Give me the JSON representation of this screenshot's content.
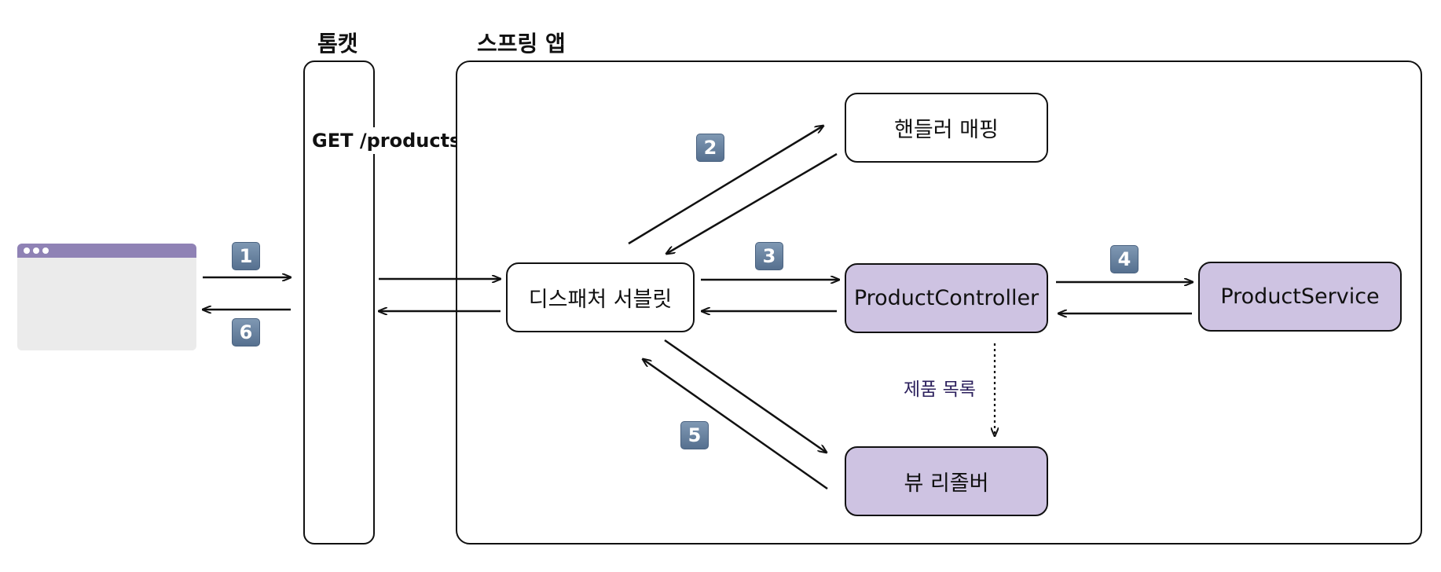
{
  "tomcat": {
    "title": "톰캣",
    "request_label": "GET /products"
  },
  "spring": {
    "title": "스프링 앱"
  },
  "nodes": {
    "dispatcher": "디스패처 서블릿",
    "handler_mapping": "핸들러 매핑",
    "controller": "ProductController",
    "service": "ProductService",
    "view_resolver": "뷰 리졸버"
  },
  "edge_labels": {
    "product_list": "제품 목록"
  },
  "steps": [
    "1",
    "2",
    "3",
    "4",
    "5",
    "6"
  ],
  "colors": {
    "purple_fill": "#cec3e2",
    "badge": "#6c86a3",
    "browser_bar": "#8f82b5",
    "note_text": "#2b1f5c"
  }
}
